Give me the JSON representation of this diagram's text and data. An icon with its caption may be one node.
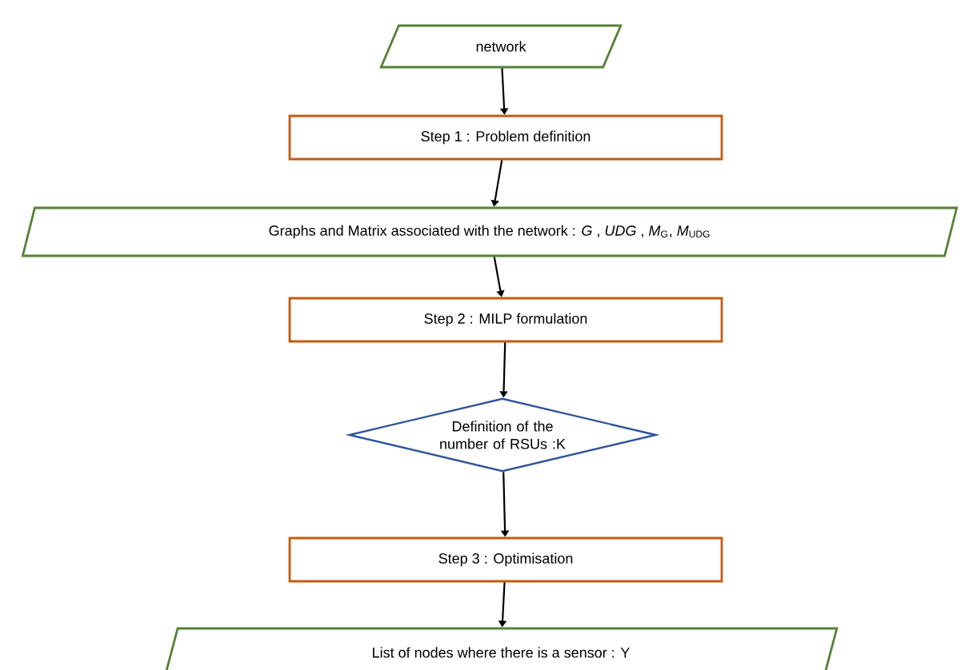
{
  "diagram": {
    "nodes": [
      {
        "text": [
          "network"
        ]
      },
      {
        "text": [
          "Step 1 : Problem definition"
        ]
      },
      {
        "text": [
          "Graphs and Matrix associated with the network : *G*   , *UDG*   , *M*$_{G}$, *M*$_{UDG}$"
        ]
      },
      {
        "text": [
          "Step 2 : MILP formulation"
        ]
      },
      {
        "text": [
          "Definition of the number of RSUs :K"
        ]
      },
      {
        "text": [
          "Step 3 : Optimisation"
        ]
      },
      {
        "text": [
          "List of nodes where there is a sensor : Y"
        ]
      }
    ],
    "edges": [
      {
        "from": 0,
        "to": 1,
        "arrow": "to"
      },
      {
        "from": 1,
        "to": 2,
        "arrow": "to"
      },
      {
        "from": 2,
        "to": 3,
        "arrow": "to"
      },
      {
        "from": 3,
        "to": 4,
        "arrow": "to"
      },
      {
        "from": 4,
        "to": 5,
        "arrow": "to"
      },
      {
        "from": 5,
        "to": 6,
        "arrow": "to"
      }
    ]
  }
}
